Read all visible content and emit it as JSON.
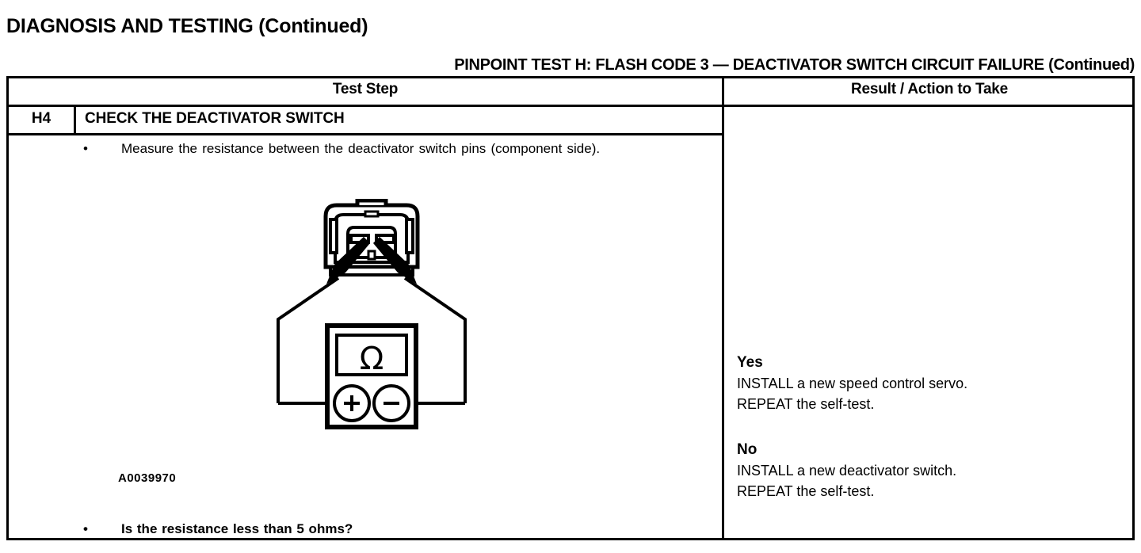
{
  "page": {
    "title": "DIAGNOSIS AND TESTING (Continued)",
    "subtitle": "PINPOINT TEST  H: FLASH CODE 3 — DEACTIVATOR SWITCH CIRCUIT FAILURE (Continued)"
  },
  "table": {
    "headers": {
      "test_step": "Test Step",
      "result_action": "Result / Action to Take"
    },
    "step": {
      "id": "H4",
      "title": "CHECK THE DEACTIVATOR SWITCH",
      "bullet": "•",
      "instruction": "Measure the resistance between the deactivator switch pins (component side).",
      "question": "Is the resistance less than 5 ohms?",
      "figure_id": "A0039970",
      "figure": {
        "meter_symbol": "Ω",
        "terminal_positive": "+",
        "terminal_negative": "−"
      }
    },
    "results": [
      {
        "label": "Yes",
        "line1": "INSTALL a new speed control servo.",
        "line2": "REPEAT the self-test."
      },
      {
        "label": "No",
        "line1": "INSTALL a new deactivator switch.",
        "line2": "REPEAT the self-test."
      }
    ]
  },
  "colors": {
    "ink": "#000000",
    "paper": "#ffffff"
  }
}
